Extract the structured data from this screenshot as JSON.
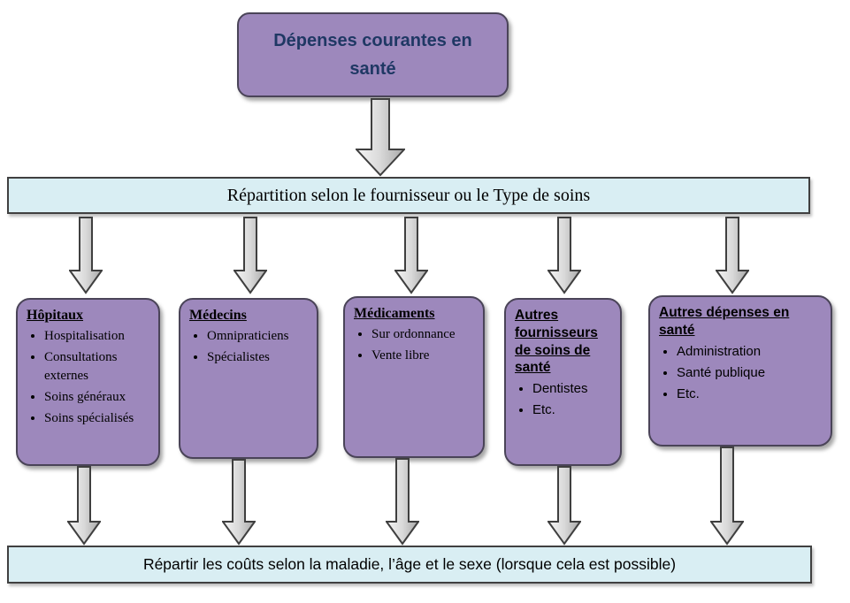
{
  "title_box": {
    "label": "Dépenses courantes en santé"
  },
  "top_bar": {
    "label": "Répartition selon le fournisseur ou le Type de soins"
  },
  "bottom_bar": {
    "label": "Répartir les coûts selon la maladie, l’âge et le sexe (lorsque cela est possible)"
  },
  "boxes": [
    {
      "title": "Hôpitaux",
      "items": [
        "Hospitalisation",
        "Consultations externes",
        "Soins généraux",
        "Soins spécialisés"
      ]
    },
    {
      "title": "Médecins",
      "items": [
        "Omnipraticiens",
        "Spécialistes"
      ]
    },
    {
      "title": "Médicaments",
      "items": [
        "Sur ordonnance",
        "Vente libre"
      ]
    },
    {
      "title": "Autres fournisseurs de soins de santé",
      "items": [
        "Dentistes",
        "Etc."
      ]
    },
    {
      "title": "Autres dépenses en santé",
      "items": [
        "Administration",
        "Santé publique",
        "Etc."
      ]
    }
  ],
  "colors": {
    "box_fill": "#9d88bc",
    "bar_fill": "#d9eef3",
    "arrow_fill_light": "#f5f5f5",
    "arrow_fill_dark": "#a8a8a8",
    "outline": "#404040",
    "title_text": "#1f3864"
  }
}
